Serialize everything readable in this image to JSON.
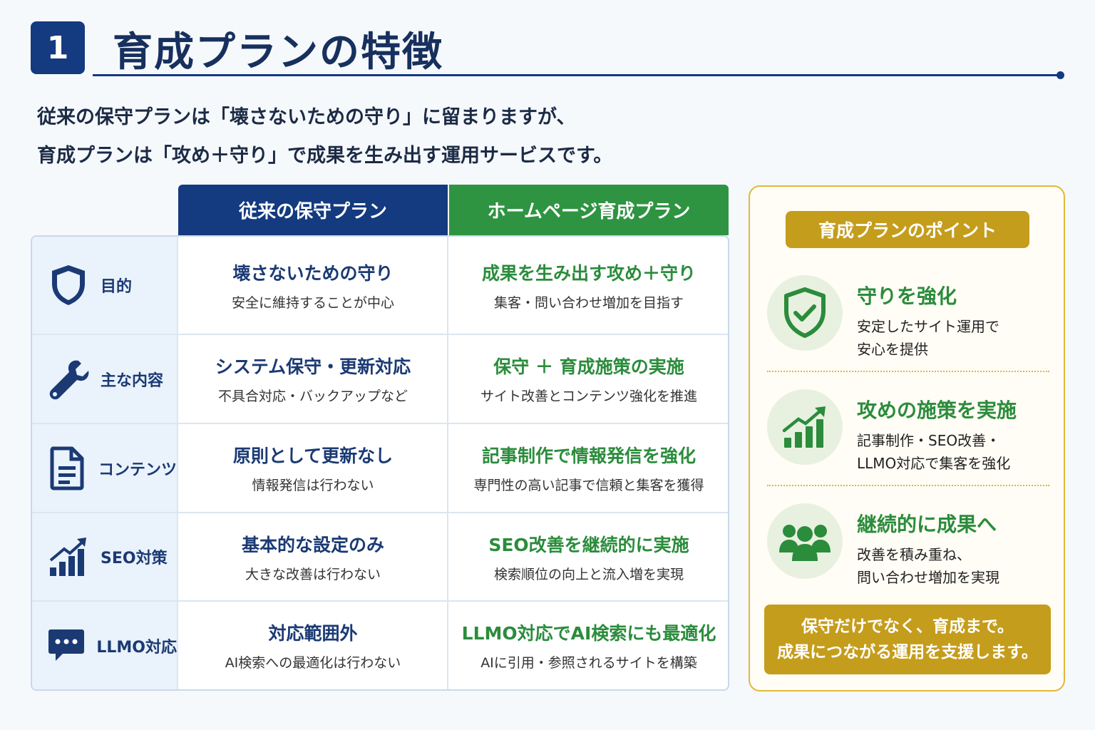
{
  "header": {
    "number": "1",
    "title": "育成プランの特徴"
  },
  "intro": {
    "line1": "従来の保守プランは「壊さないための守り」に留まりますが、",
    "line2": "育成プランは「攻め＋守り」で成果を生み出す運用サービスです。"
  },
  "table": {
    "col_old": "従来の保守プラン",
    "col_new": "ホームページ育成プラン",
    "rows": [
      {
        "category": "目的",
        "icon": "shield-icon",
        "old_main": "壊さないための守り",
        "old_sub": "安全に維持することが中心",
        "new_main": "成果を生み出す攻め＋守り",
        "new_sub": "集客・問い合わせ増加を目指す"
      },
      {
        "category": "主な内容",
        "icon": "wrench-icon",
        "old_main": "システム保守・更新対応",
        "old_sub": "不具合対応・バックアップなど",
        "new_main": "保守 ＋ 育成施策の実施",
        "new_sub": "サイト改善とコンテンツ強化を推進"
      },
      {
        "category": "コンテンツ",
        "icon": "document-icon",
        "old_main": "原則として更新なし",
        "old_sub": "情報発信は行わない",
        "new_main": "記事制作で情報発信を強化",
        "new_sub": "専門性の高い記事で信頼と集客を獲得"
      },
      {
        "category": "SEO対策",
        "icon": "growth-chart-icon",
        "old_main": "基本的な設定のみ",
        "old_sub": "大きな改善は行わない",
        "new_main": "SEO改善を継続的に実施",
        "new_sub": "検索順位の向上と流入増を実現"
      },
      {
        "category": "LLMO対応",
        "icon": "chat-bubble-icon",
        "old_main": "対応範囲外",
        "old_sub": "AI検索への最適化は行わない",
        "new_main": "LLMO対応でAI検索にも最適化",
        "new_sub": "AIに引用・参照されるサイトを構築"
      }
    ]
  },
  "panel": {
    "title": "育成プランのポイント",
    "points": [
      {
        "icon": "shield-check-icon",
        "title": "守りを強化",
        "desc1": "安定したサイト運用で",
        "desc2": "安心を提供"
      },
      {
        "icon": "growth-chart-icon",
        "title": "攻めの施策を実施",
        "desc1": "記事制作・SEO改善・",
        "desc2": "LLMO対応で集客を強化"
      },
      {
        "icon": "people-icon",
        "title": "継続的に成果へ",
        "desc1": "改善を積み重ね、",
        "desc2": "問い合わせ増加を実現"
      }
    ],
    "footer1": "保守だけでなく、育成まで。",
    "footer2": "成果につながる運用を支援します。"
  },
  "colors": {
    "navy": "#143a7f",
    "green": "#2f9442",
    "gold": "#c59d1c"
  }
}
